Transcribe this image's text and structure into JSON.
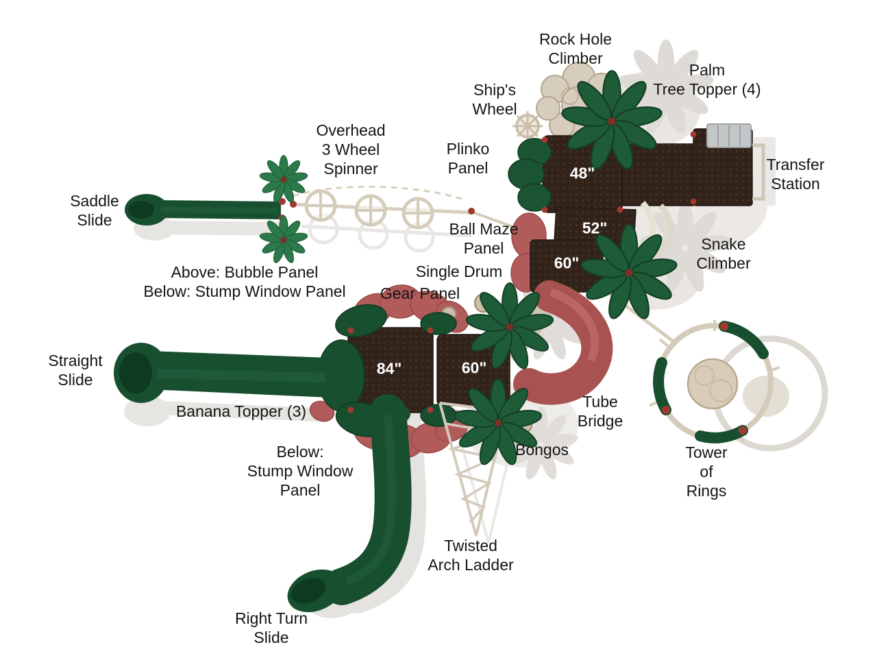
{
  "diagram": {
    "type": "playground-top-view",
    "background": "#ffffff"
  },
  "labels": {
    "rock_hole_climber": "Rock Hole\nClimber",
    "palm_tree_topper": "Palm\nTree Topper (4)",
    "ships_wheel": "Ship's\nWheel",
    "overhead_spinner": "Overhead\n3 Wheel\nSpinner",
    "plinko_panel": "Plinko\nPanel",
    "transfer_station": "Transfer\nStation",
    "saddle_slide": "Saddle\nSlide",
    "ball_maze_panel": "Ball Maze\nPanel",
    "snake_climber": "Snake\nClimber",
    "bubble_stump_note": "Above: Bubble Panel\nBelow: Stump Window Panel",
    "single_drum": "Single Drum",
    "gear_panel": "Gear Panel",
    "straight_slide": "Straight\nSlide",
    "tube_bridge": "Tube\nBridge",
    "banana_topper": "Banana Topper (3)",
    "bongos": "Bongos",
    "tower_of_rings": "Tower\nof\nRings",
    "stump_window_note": "Below:\nStump Window\nPanel",
    "twisted_arch_ladder": "Twisted\nArch Ladder",
    "right_turn_slide": "Right Turn\nSlide"
  },
  "deck_labels": {
    "deck_48": "48\"",
    "deck_52": "52\"",
    "deck_60_upper": "60\"",
    "deck_84": "84\"",
    "deck_60_lower": "60\""
  },
  "colors": {
    "deck_brown": "#32231a",
    "slide_green": "#184f2f",
    "palm_green": "#1e5c38",
    "component_red": "#b25b5b",
    "hardware_tan": "#d7cdbd",
    "shadow_gray": "#e5e3df",
    "label_text": "#141414",
    "deck_text": "#ffffff"
  }
}
